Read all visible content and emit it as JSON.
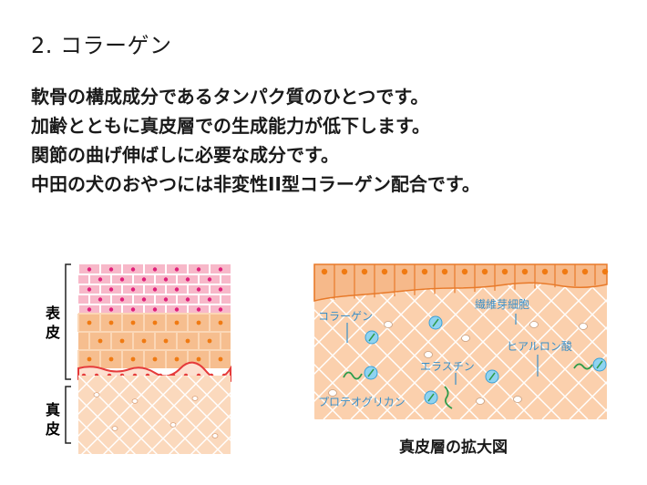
{
  "heading": "2. コラーゲン",
  "lines": [
    "軟骨の構成成分であるタンパク質のひとつです。",
    "加齢とともに真皮層での生成能力が低下します。",
    "関節の曲げ伸ばしに必要な成分です。",
    "中田の犬のおやつには非変性II型コラーゲン配合です。"
  ],
  "left_diagram": {
    "epidermis_label": [
      "表",
      "皮"
    ],
    "dermis_label": [
      "真",
      "皮"
    ]
  },
  "right_diagram": {
    "labels": {
      "collagen": "コラーゲン",
      "fibroblast": "繊維芽細胞",
      "hyaluronic_acid": "ヒアルロン酸",
      "elastin": "エラスチン",
      "proteoglycan": "プロテオグリカン"
    },
    "caption": "真皮層の拡大図"
  },
  "colors": {
    "pink_layer": "#f7b8c9",
    "orange_layer": "#f6be8f",
    "dermis": "#fbd9bd",
    "orange_dot": "#f07a12",
    "pink_dot": "#e0207a",
    "red_cells": "#e53a3a",
    "cyan_fiber": "#3aa0d8",
    "green_fiber": "#2e9b4a"
  }
}
